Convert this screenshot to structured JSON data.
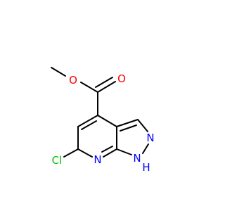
{
  "molecule": {
    "atoms": {
      "o_methoxy": "O",
      "o_carbonyl": "O",
      "cl": "Cl",
      "n_pyridine": "N",
      "n_pyrazole": "N",
      "nh_n": "N",
      "nh_h": "H"
    },
    "colors": {
      "oxygen": "#ff0000",
      "nitrogen": "#0000ff",
      "chlorine": "#00c000",
      "bond": "#000000"
    }
  }
}
